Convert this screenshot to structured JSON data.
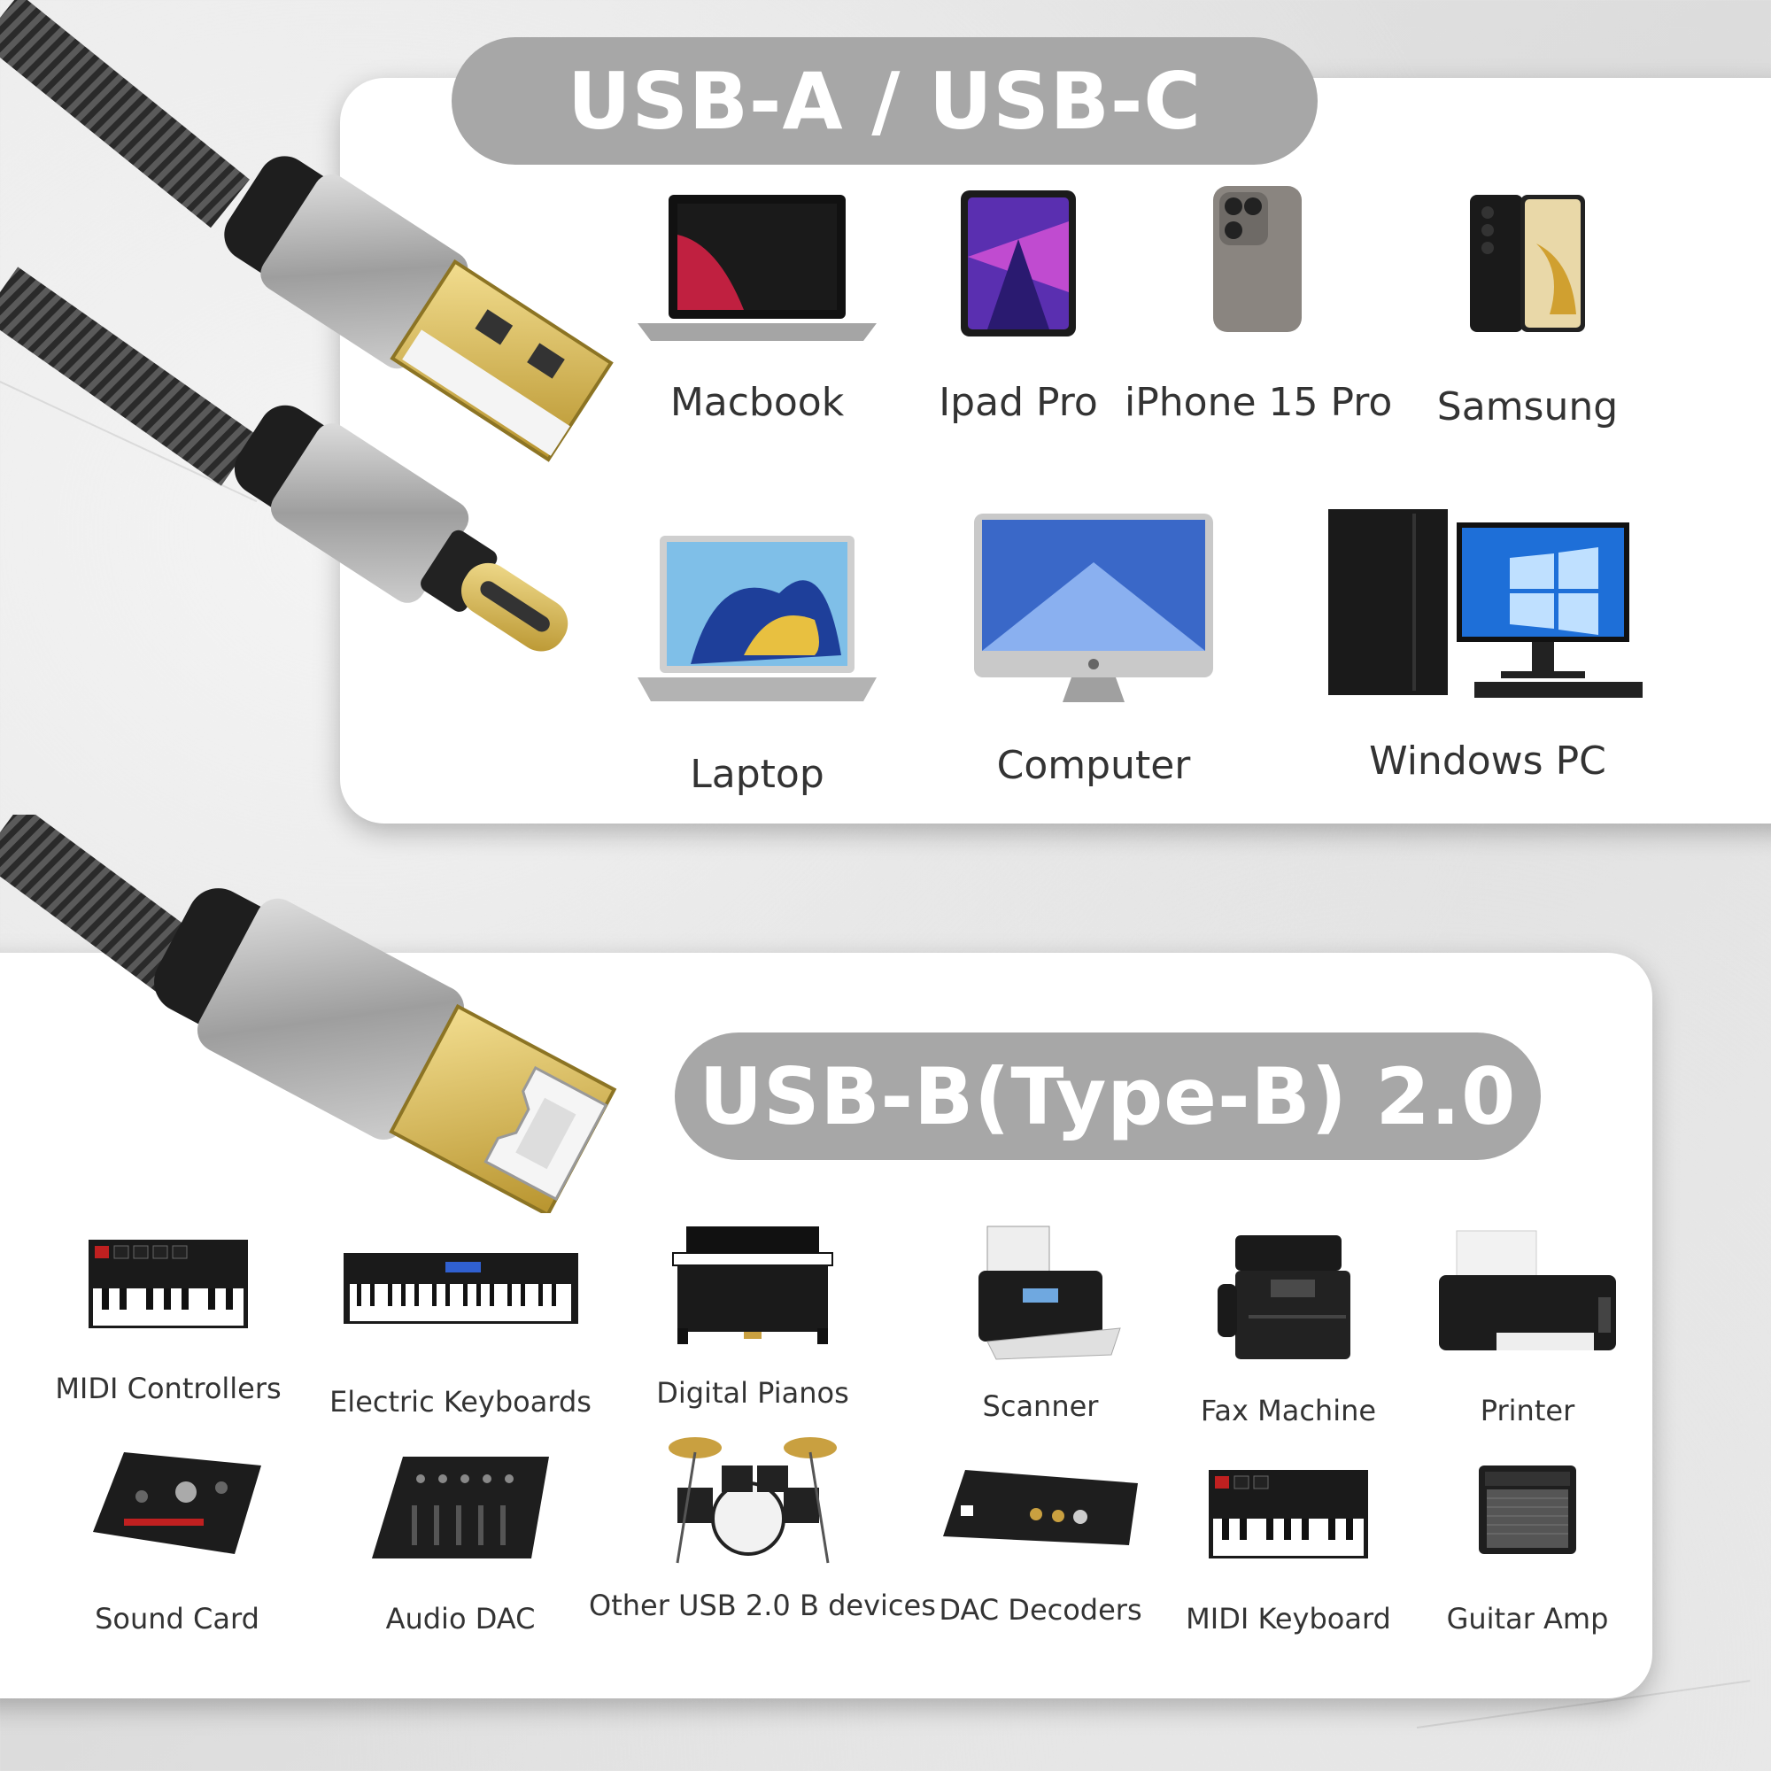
{
  "top_section": {
    "title": "USB-A / USB-C",
    "devices": [
      "Macbook",
      "Ipad Pro",
      "iPhone 15 Pro",
      "Samsung",
      "Laptop",
      "Computer",
      "Windows PC"
    ]
  },
  "bottom_section": {
    "title": "USB-B(Type-B) 2.0",
    "devices": [
      "MIDI Controllers",
      "Electric Keyboards",
      "Digital Pianos",
      "Scanner",
      "Fax Machine",
      "Printer",
      "Sound Card",
      "Audio DAC",
      "Other USB 2.0 B devices",
      "DAC Decoders",
      "MIDI Keyboard",
      "Guitar Amp"
    ]
  },
  "colors": {
    "pill": "#a7a7a7",
    "panel": "#ffffff",
    "gold": "#d9b85a",
    "aluminum": "#b5b5b5"
  }
}
